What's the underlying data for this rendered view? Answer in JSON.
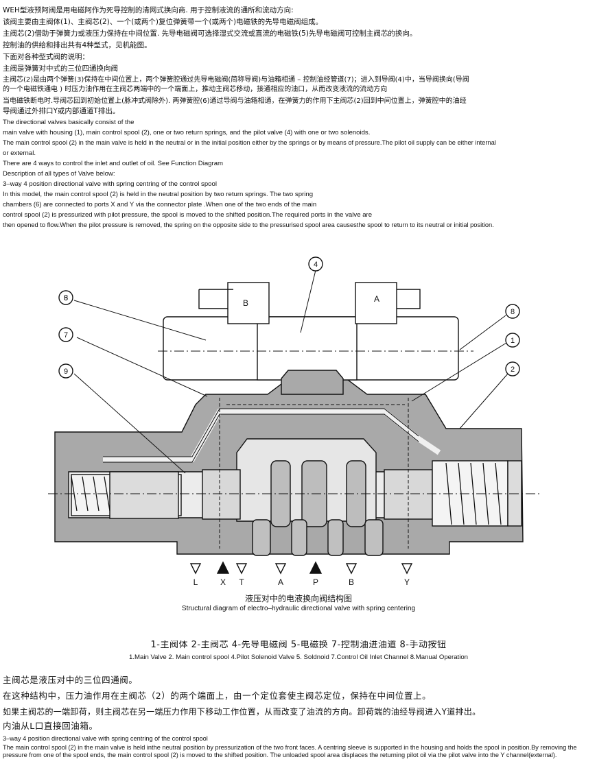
{
  "intro_cn": [
    "WEH型液预阿阀是用电磁阿作为死导控制的清网式换向商. 用于控制液流的通所和流动方向:",
    "  该阀主要由主阀体(1)、主阀芯(2)、一个(或两个)复位弹簧带一个(或两个)电磁铁的先导电磁阀组成。",
    "  主阀芯(2)借助于弹簧力或液压力保持在中间位置. 先导电磁阀可选择湿式交流或直流的电磁铁(5)先导电磁阀可控制主阀芯的换向。",
    " 控制油的供给和排出共有4种型式，见机能图。",
    " 下面对各种型式阀的说明：",
    " 主阀是弹簧对中式的三位四通换向阀",
    "  主阀芯(2)是由两个弹簧(3)保持在中间位置上，两个弹簧腔通过先导电磁阀(简称导阀)与油箱相通 – 控制油经管道(7)；进入到导阀(4)中，当导阀换向(导阀",
    "的一个电磁铁通电 ) 时压力油作用在主阀芯两端中的一个端面上，推动主阀芯移动，接通相应的油口，从而改变液流的流动方向",
    "  当电磁铁断电时.导阀芯回到初始位置上(脉冲式阀除外).  两弹簧腔(6)通过导阀与油箱相通，在弹簧力的作用下主阀芯(2)回到中间位置上，弹簧腔中的油经",
    "导阀通过外排口Y或内部通道T排出。"
  ],
  "intro_en": [
    "The directional valves basically consist of the",
    "main valve with housing (1), main control spool (2), one or two return springs, and the pilot valve (4) with one or two solenoids.",
    "The main control spool (2) in the main valve is held in the neutral or in the initial position either by the springs or by means of pressure.The pilot oil supply can be either internal",
    "or external.",
    "There are 4 ways to control the inlet and outlet of oil. See Function Diagram",
    "Description of all types of Valve below:",
    "3–way 4 position directional valve with spring centring of the control spool",
    "In this model, the main control spool (2) is held in the neutral position by two return springs. The two spring",
    "chambers (6) are connected to ports X and Y via the connector plate .When one of the two ends of the main",
    "control spool (2) is pressurized with pilot pressure, the spool is moved to the shifted position.The required ports in the valve are",
    "then opened to flow.When the pilot pressure is removed, the spring on the opposite side to the pressurised spool area causesthe spool to return to its neutral or initial position."
  ],
  "diagram": {
    "callouts": [
      "1",
      "2",
      "4",
      "5",
      "7",
      "8",
      "9"
    ],
    "solenoid_b": "B",
    "solenoid_a": "A",
    "ports": [
      "L",
      "X",
      "T",
      "A",
      "P",
      "B",
      "Y"
    ],
    "caption_cn": "液压对中的电液换向阀结构图",
    "caption_en": "Structural diagram of electro–hydraulic directional valve with spring centering",
    "colors": {
      "body": "#a9a9a9",
      "spool": "#e6e6e6",
      "line": "#111111"
    }
  },
  "legend_cn": "1-主阀体  2-主阀芯  4-先导电磁阀  5-电磁换  7-控制油进油道  8-手动按钮",
  "legend_en": "1.Main Valve 2. Main control spool 4.Pilot Solenoid Valve  5. Soldnoid 7.Control Oil Inlet Channel 8.Manual Operation",
  "outro_cn": [
    "  主阀芯是液压对中的三位四通阀。",
    "  在这种结构中，压力油作用在主阀芯（2）的两个端面上，由一个定位套使主阀芯定位，保持在中间位置上。",
    "  如果主阀芯的一端卸荷，则主阀芯在另一端压力作用下移动工作位置，从而改变了油流的方向。卸荷端的油经导阀进入Y道排出。",
    "内油从L口直接回油箱。"
  ],
  "outro_en_title": "3–way 4 position directional valve with spring centring of the control spool",
  "outro_en_body": "The main control spool (2) in the main valve is held inthe neutral position by pressurization of the two front faces. A centring sleeve is supported in the housing and holds the spool in position.By removing the pressure from one of the spool ends, the main control spool (2) is moved to the shifted position. The unloaded spool area displaces the returning  pilot oil via the pilot valve into the Y channel(external)."
}
